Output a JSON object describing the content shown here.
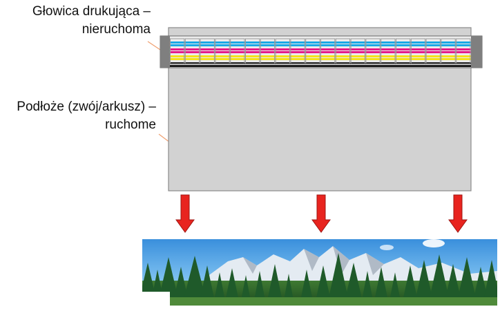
{
  "labels": {
    "printhead": {
      "line1": "Głowica drukująca –",
      "line2": "nieruchoma"
    },
    "substrate": {
      "line1": "Podłoże (zwój/arkusz) –",
      "line2": "ruchome"
    }
  },
  "colors": {
    "leader": "#f0a070",
    "substrate_fill": "#d2d2d2",
    "substrate_stroke": "#8a8a8a",
    "head_end_caps": "#7f7f7f",
    "head_body": "#ececec",
    "ink_cyan": "#1aa9e6",
    "ink_magenta": "#e6198a",
    "ink_yellow": "#f4e21c",
    "ink_black": "#1a1a1a",
    "arrow": "#e8241f",
    "arrow_outline": "#9e1612",
    "sky": "#4f9fe0",
    "mountains": "#dfe6ee",
    "forest": "#1f5a2a"
  },
  "ink_channel_order": [
    "cyan",
    "magenta",
    "yellow",
    "black"
  ],
  "printhead_nozzle_modules": 20,
  "output_arrows": 3,
  "output_image": {
    "subject": "panoramic landscape – forest and snowy mountains under blue sky"
  }
}
